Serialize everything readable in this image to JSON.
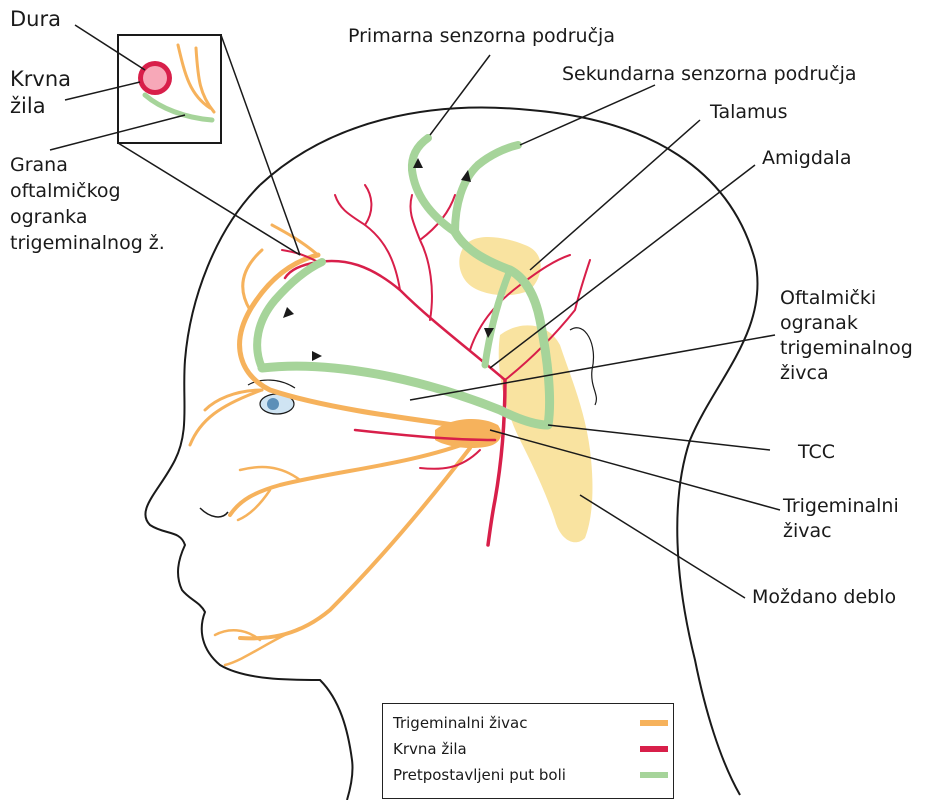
{
  "colors": {
    "nerve": "#f6b25c",
    "vessel": "#d81f4a",
    "pain_path": "#a6d49a",
    "structure": "#f9e3a0",
    "outline": "#1a1a1a"
  },
  "labels": {
    "dura": "Dura",
    "krvna_zila": "Krvna\nžila",
    "grana": "Grana\noftalmičkog\nogranka\ntrigeminalnog ž.",
    "primarna": "Primarna senzorna područja",
    "sekundarna": "Sekundarna senzorna područja",
    "talamus": "Talamus",
    "amigdala": "Amigdala",
    "oftalmicki": "Oftalmički\nogranak\ntrigeminalnog\nživca",
    "tcc": "TCC",
    "trigeminalni": "Trigeminalni\nživac",
    "mozdano": "Moždano deblo"
  },
  "legend": {
    "items": [
      {
        "label": "Trigeminalni živac",
        "color": "#f6b25c"
      },
      {
        "label": "Krvna žila",
        "color": "#d81f4a"
      },
      {
        "label": "Pretpostavljeni put boli",
        "color": "#a6d49a"
      }
    ]
  }
}
